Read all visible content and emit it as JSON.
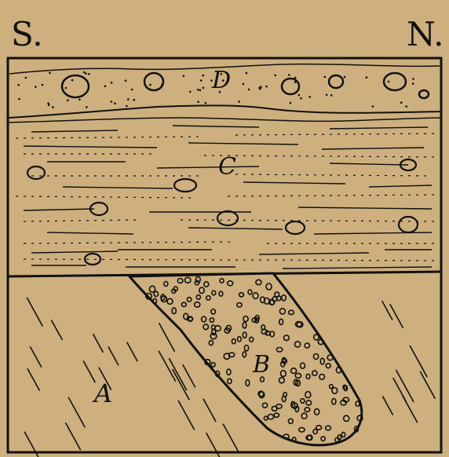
{
  "compass": {
    "south": "S.",
    "north": "N."
  },
  "layers": {
    "a": {
      "label": "A"
    },
    "b": {
      "label": "B"
    },
    "c": {
      "label": "C"
    },
    "d": {
      "label": "D"
    }
  },
  "colors": {
    "background": "#cdb07e",
    "ink": "#111111"
  }
}
